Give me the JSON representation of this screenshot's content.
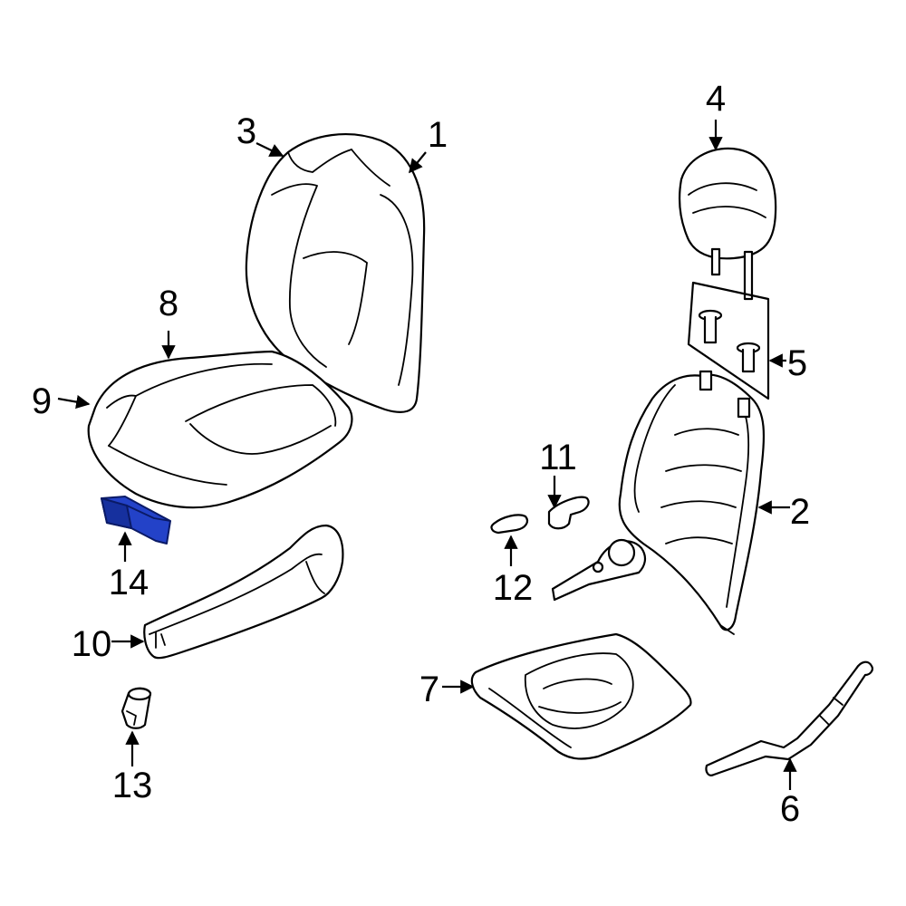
{
  "diagram": {
    "highlight_color": "#2342c8",
    "highlighted_part": "14",
    "callouts": [
      {
        "id": "1",
        "label": "1"
      },
      {
        "id": "2",
        "label": "2"
      },
      {
        "id": "3",
        "label": "3"
      },
      {
        "id": "4",
        "label": "4"
      },
      {
        "id": "5",
        "label": "5"
      },
      {
        "id": "6",
        "label": "6"
      },
      {
        "id": "7",
        "label": "7"
      },
      {
        "id": "8",
        "label": "8"
      },
      {
        "id": "9",
        "label": "9"
      },
      {
        "id": "10",
        "label": "10"
      },
      {
        "id": "11",
        "label": "11"
      },
      {
        "id": "12",
        "label": "12"
      },
      {
        "id": "13",
        "label": "13"
      },
      {
        "id": "14",
        "label": "14"
      }
    ]
  }
}
